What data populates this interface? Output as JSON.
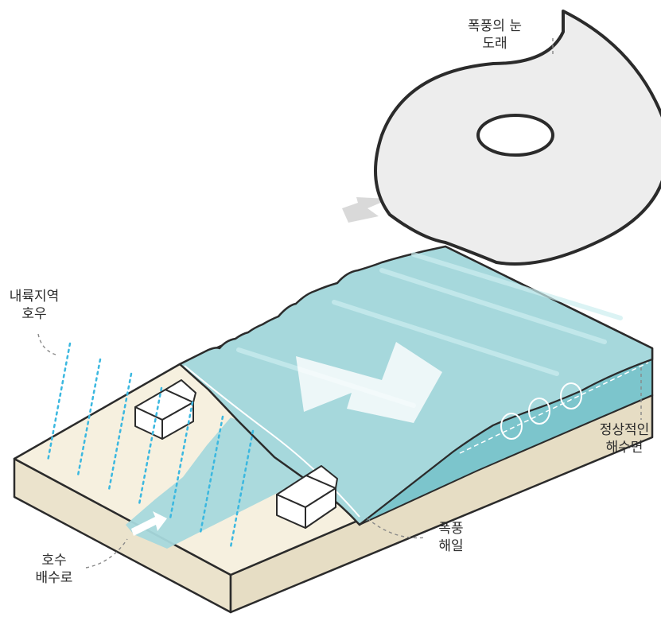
{
  "labels": {
    "storm_eye": [
      "폭풍의 눈",
      "도래"
    ],
    "inland_rain": [
      "내륙지역",
      "호우"
    ],
    "normal_sea_level": [
      "정상적인",
      "해수면"
    ],
    "storm_surge": [
      "폭풍",
      "해일"
    ],
    "lake_drainage": [
      "호수",
      "배수로"
    ]
  },
  "colors": {
    "sea": "#a6d8dc",
    "sea_side": "#7cc5cc",
    "land_top": "#f6f0df",
    "land_side": "#ebe3cc",
    "outline": "#2b2b2b",
    "rain": "#3bb8e0",
    "arrow": "#ffffff",
    "wind_arrow": "#d9d9d9"
  },
  "icons": [
    "hurricane-icon",
    "house-icon",
    "wind-arrow-icon",
    "surge-arrow-icon",
    "current-circle-icon"
  ]
}
